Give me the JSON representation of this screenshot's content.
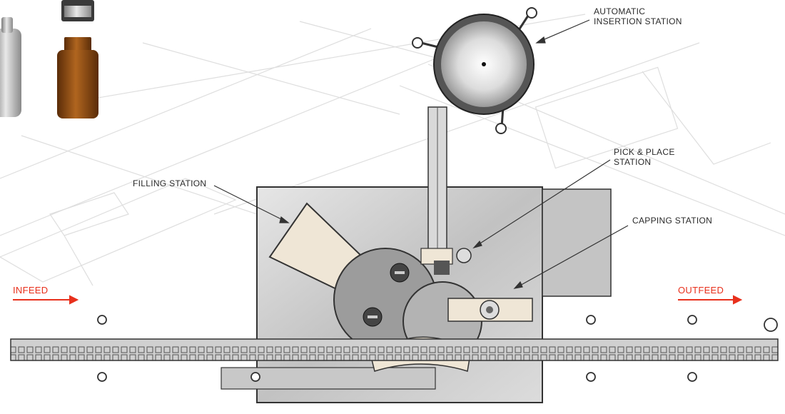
{
  "labels": {
    "automatic_insertion_line1": "AUTOMATIC",
    "automatic_insertion_line2": "INSERTION STATION",
    "pick_place_line1": "PICK & PLACE",
    "pick_place_line2": "STATION",
    "filling_station": "FILLING STATION",
    "capping_station": "CAPPING STATION",
    "infeed": "INFEED",
    "outfeed": "OUTFEED"
  },
  "colors": {
    "arrow_red": "#e8301c",
    "label_text": "#2a2a2a",
    "steel": "#c9c9c9",
    "amber_bottle": "#8a4a16",
    "hopper_plate": "#efe6d6"
  },
  "icons": [
    "aluminum-bottle-icon",
    "cap-icon",
    "amber-bottle-icon"
  ]
}
